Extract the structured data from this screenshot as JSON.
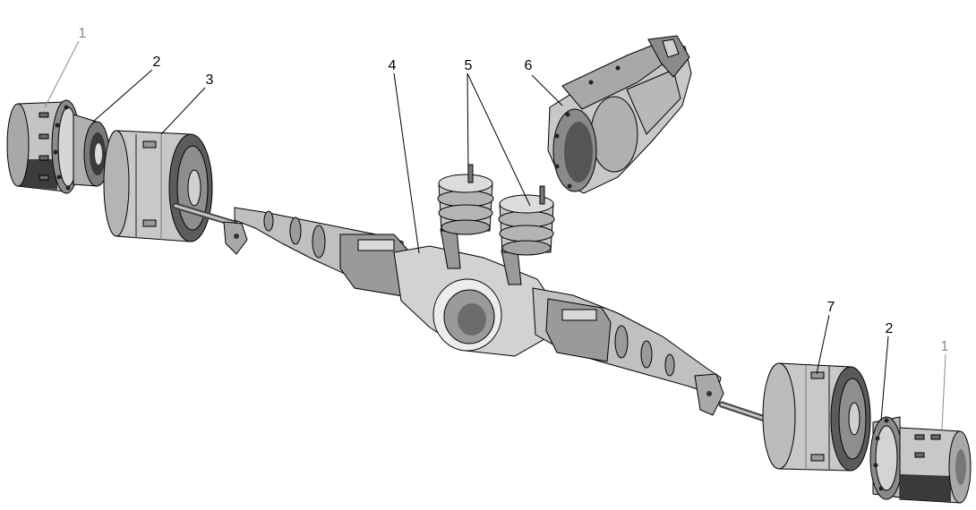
{
  "callouts": {
    "hub_left": "1",
    "bearing_left": "2",
    "brake_drum_left": "3",
    "axle_housing": "4",
    "air_chambers": "5",
    "differential": "6",
    "brake_drum_right": "7",
    "bearing_right": "2",
    "hub_right": "1"
  },
  "colors": {
    "label": "#000000",
    "label_muted": "#8a8a8a",
    "background": "#ffffff"
  }
}
